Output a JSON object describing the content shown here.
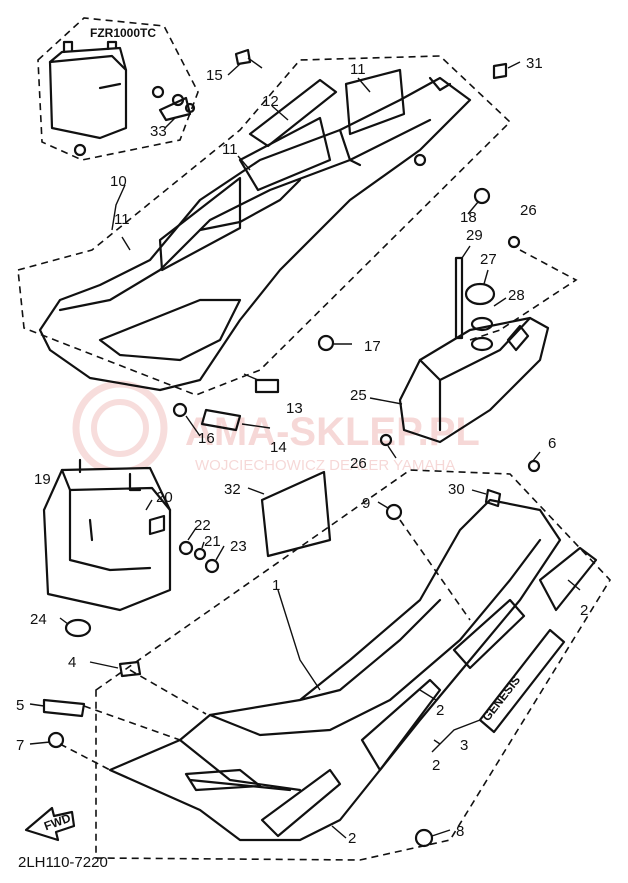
{
  "diagram": {
    "model_label": "FZR1000TC",
    "part_number": "2LH110-7220",
    "front_arrow_label": "FWD",
    "decal_text": "GENESIS",
    "watermark": {
      "line1": "AMA-SKLEP.PL",
      "line2": "WOJCIECHOWICZ DEALER YAMAHA"
    },
    "callouts": {
      "c1": "1",
      "c2a": "2",
      "c2b": "2",
      "c2c": "2",
      "c2d": "2",
      "c3": "3",
      "c4": "4",
      "c5": "5",
      "c6": "6",
      "c7": "7",
      "c8": "8",
      "c9": "9",
      "c10": "10",
      "c11a": "11",
      "c11b": "11",
      "c11c": "11",
      "c12": "12",
      "c13": "13",
      "c14": "14",
      "c15": "15",
      "c16": "16",
      "c17": "17",
      "c18": "18",
      "c19": "19",
      "c20": "20",
      "c21": "21",
      "c22": "22",
      "c23": "23",
      "c24": "24",
      "c25": "25",
      "c26a": "26",
      "c26b": "26",
      "c27": "27",
      "c28": "28",
      "c29": "29",
      "c30": "30",
      "c31": "31",
      "c32": "32",
      "c33": "33"
    }
  }
}
